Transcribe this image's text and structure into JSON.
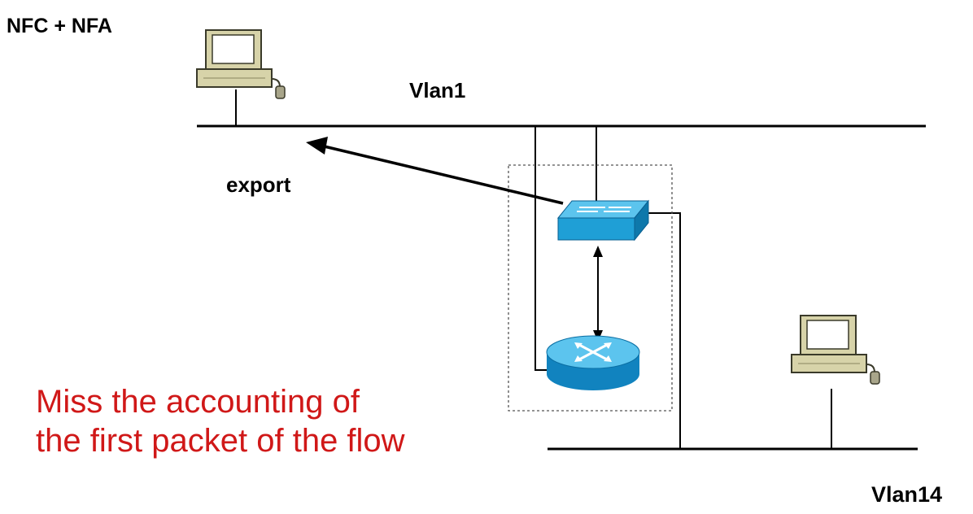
{
  "labels": {
    "title": "NFC + NFA",
    "vlan1": "Vlan1",
    "export": "export",
    "vlan14": "Vlan14"
  },
  "note": {
    "text": "Miss the accounting of the first packet of the flow",
    "color": "#d01818"
  },
  "icons": {
    "nfc_host": "desktop-computer-icon",
    "vlan14_host": "desktop-computer-icon",
    "switch": "switch-icon",
    "router": "router-icon"
  },
  "colors": {
    "device_blue": "#1f9fd6",
    "computer_beige": "#d7d3a9",
    "lines": "#000000"
  }
}
